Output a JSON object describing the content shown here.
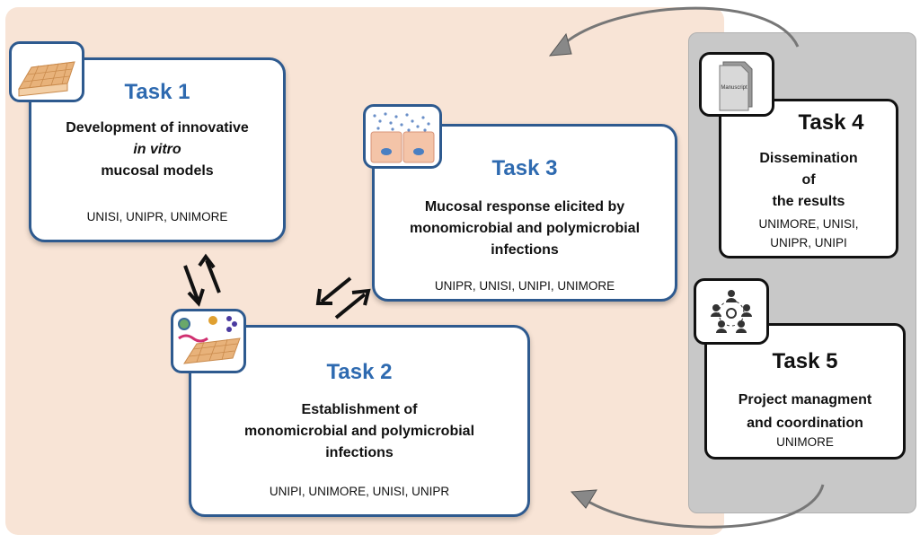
{
  "tasks": {
    "t1": {
      "title": "Task 1",
      "desc_line1": "Development of innovative",
      "desc_line2": "in vitro",
      "desc_line3": "mucosal models",
      "orgs": "UNISI, UNIPR, UNIMORE"
    },
    "t2": {
      "title": "Task 2",
      "desc_line1": "Establishment of",
      "desc_line2": "monomicrobial  and polymicrobial",
      "desc_line3": "infections",
      "orgs": "UNIPI, UNIMORE,  UNISI, UNIPR"
    },
    "t3": {
      "title": "Task 3",
      "desc_line1": "Mucosal response elicited by",
      "desc_line2": "monomicrobial  and polymicrobial",
      "desc_line3": "infections",
      "orgs": "UNIPR, UNISI, UNIPI, UNIMORE"
    },
    "t4": {
      "title": "Task 4",
      "desc_line1": "Dissemination",
      "desc_line2": "of",
      "desc_line3": "the results",
      "orgs_line1": "UNIMORE, UNISI,",
      "orgs_line2": "UNIPR, UNIPI"
    },
    "t5": {
      "title": "Task 5",
      "desc_line1": "Project managment",
      "desc_line2": "and coordination",
      "orgs": "UNIMORE"
    }
  },
  "manuscript_label": "Manuscript",
  "colors": {
    "panel_bg": "#f8e4d6",
    "side_bg": "#c8c8c8",
    "task_blue": "#2e6ab0",
    "border_blue": "#2e5a8f"
  }
}
